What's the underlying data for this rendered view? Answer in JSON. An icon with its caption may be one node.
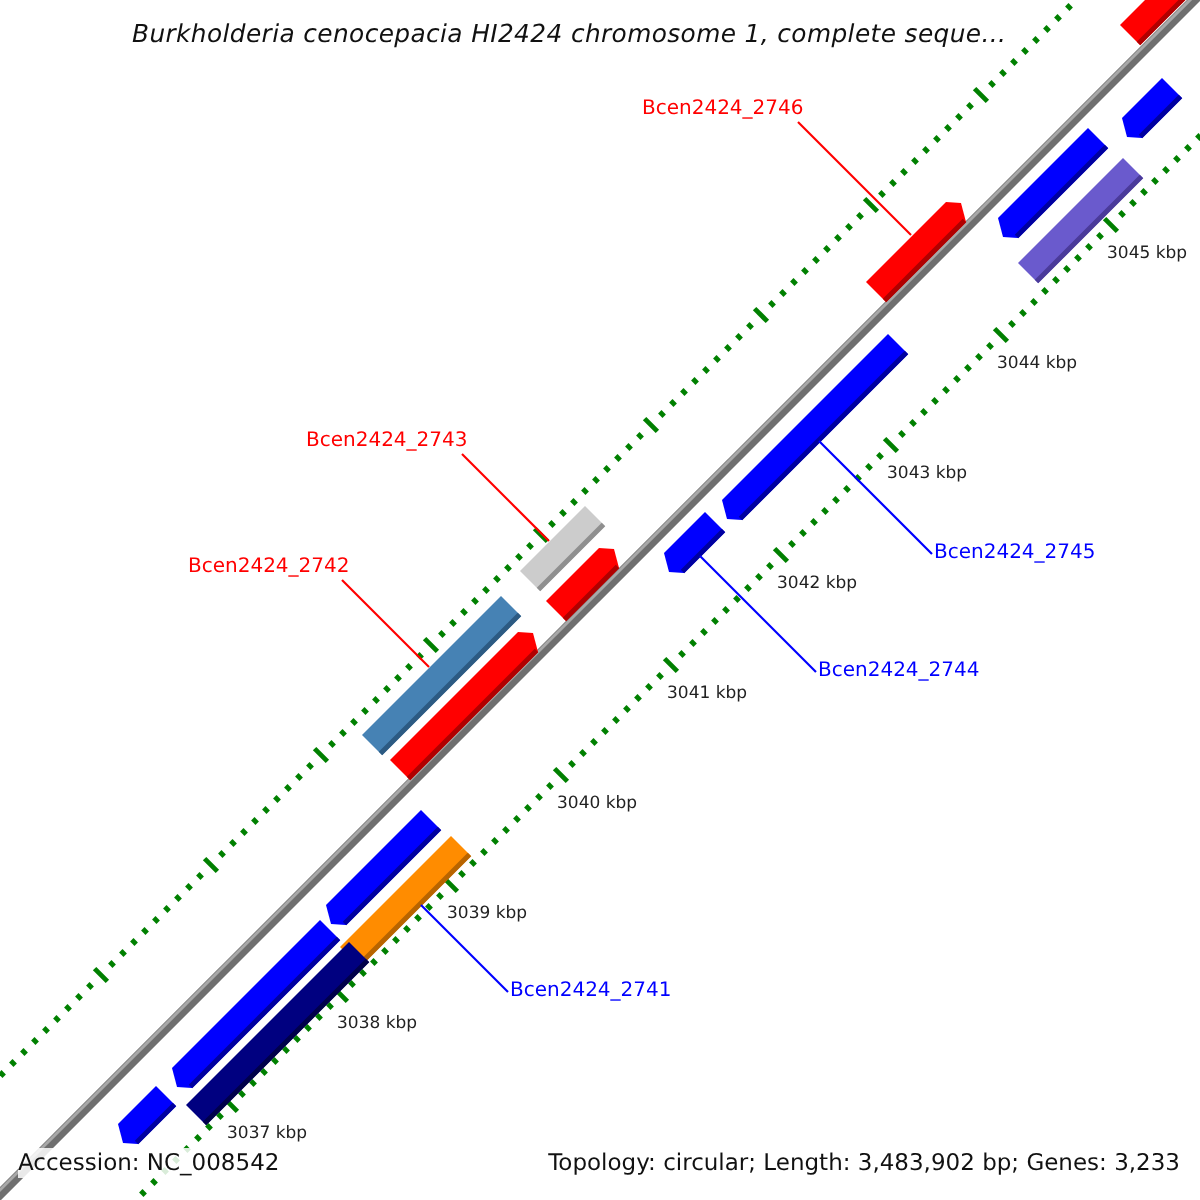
{
  "diagram": {
    "title": "Burkholderia cenocepacia HI2424 chromosome 1, complete seque...",
    "nodes": [
      {
        "text": [
          "Bcen2424_2746"
        ]
      },
      {
        "text": [
          "Bcen2424_2743"
        ]
      },
      {
        "text": [
          "Bcen2424_2745"
        ]
      },
      {
        "text": [
          "Bcen2424_2742"
        ]
      },
      {
        "text": [
          "Bcen2424_2744"
        ]
      },
      {
        "text": [
          "Bcen2424_2741"
        ]
      },
      {
        "text": [],
        "shape": "bar"
      },
      {
        "text": [],
        "shape": "bar"
      },
      {
        "text": [],
        "shape": "bar"
      },
      {
        "text": [],
        "shape": "bar"
      },
      {
        "text": [],
        "shape": "bar"
      },
      {
        "text": [],
        "shape": "bar"
      },
      {
        "text": [],
        "shape": "bar"
      },
      {
        "text": [],
        "shape": "bar"
      },
      {
        "text": [],
        "shape": "bar"
      },
      {
        "text": [],
        "shape": "bar"
      },
      {
        "text": [],
        "shape": "bar"
      },
      {
        "text": [],
        "shape": "bar"
      },
      {
        "text": [],
        "shape": "bar"
      },
      {
        "text": [],
        "shape": "bar"
      },
      {
        "text": [],
        "shape": "bar"
      },
      {
        "text": [],
        "shape": "bar"
      }
    ],
    "edges": [
      {
        "from": 0,
        "to": 8,
        "arrow": "none",
        "color": "#ff0000"
      },
      {
        "from": 1,
        "to": 12,
        "arrow": "none",
        "color": "#ff0000"
      },
      {
        "from": 2,
        "to": 11,
        "arrow": "none",
        "color": "#0000ff"
      },
      {
        "from": 3,
        "to": 15,
        "arrow": "none",
        "color": "#ff0000"
      },
      {
        "from": 4,
        "to": 13,
        "arrow": "none",
        "color": "#0000ff"
      },
      {
        "from": 5,
        "to": 18,
        "arrow": "none",
        "color": "#0000ff"
      }
    ],
    "labels": [
      "3045 kbp",
      "3044 kbp",
      "3043 kbp",
      "3042 kbp",
      "3041 kbp",
      "3040 kbp",
      "3039 kbp",
      "3038 kbp",
      "3037 kbp",
      "Accession: NC_008542",
      "Topology: circular; Length: 3,483,902 bp; Genes: 3,233"
    ]
  }
}
